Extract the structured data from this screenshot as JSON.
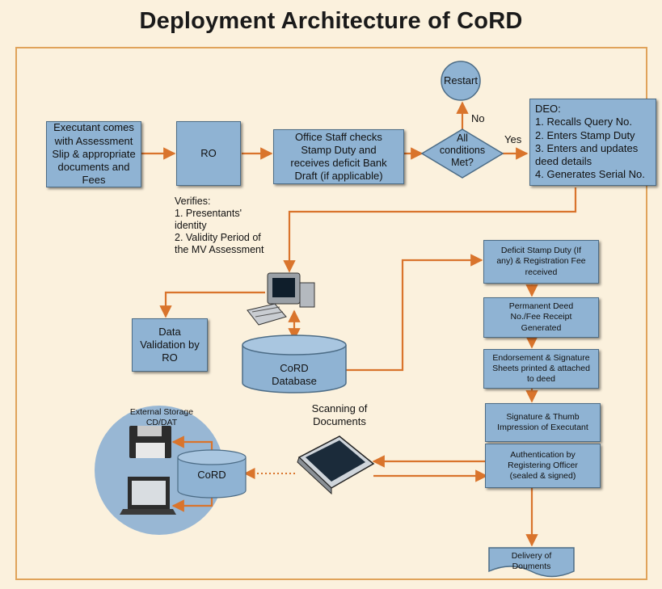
{
  "title": "Deployment Architecture of CoRD",
  "colors": {
    "background": "#fbf1dd",
    "frame": "#e0a35a",
    "box_fill": "#8fb3d3",
    "box_border": "#4c6c86",
    "arrow": "#d9742c",
    "circle_fill": "#98b7d4"
  },
  "nodes": {
    "executant": [
      "Executant comes",
      "with Assessment",
      "Slip & appropriate",
      "documents and",
      "Fees"
    ],
    "ro": "RO",
    "office_staff": [
      "Office Staff checks",
      "Stamp Duty and",
      "receives deficit Bank",
      "Draft (if applicable)"
    ],
    "decision": [
      "All",
      "conditions",
      "Met?"
    ],
    "restart": "Restart",
    "no_label": "No",
    "yes_label": "Yes",
    "deo": [
      "DEO:",
      "1. Recalls Query No.",
      "2. Enters Stamp Duty",
      "3. Enters and updates",
      "deed details",
      "4. Generates Serial No."
    ],
    "verifies": [
      "Verifies:",
      "1. Presentants'",
      "identity",
      "2. Validity Period of",
      "the MV Assessment"
    ],
    "data_validation": [
      "Data",
      "Validation by",
      "RO"
    ],
    "database": [
      "CoRD",
      "Database"
    ],
    "deficit_stamp": [
      "Deficit Stamp Duty (If",
      "any) & Registration Fee",
      "received"
    ],
    "permanent_deed": [
      "Permanent Deed",
      "No./Fee Receipt",
      "Generated"
    ],
    "endorsement": [
      "Endorsement & Signature",
      "Sheets printed & attached",
      "to deed"
    ],
    "signature": [
      "Signature & Thumb",
      "Impression of Executant"
    ],
    "authentication": [
      "Authentication by",
      "Registering Officer",
      "(sealed & signed)"
    ],
    "delivery": [
      "Delivery of",
      "Douments"
    ],
    "scanning": [
      "Scanning of",
      "Documents"
    ],
    "external_storage": [
      "External Storage",
      "CD/DAT"
    ],
    "cord_small": "CoRD"
  },
  "icons": [
    "computer-icon",
    "scanner-icon",
    "floppy-disk-icon",
    "laptop-icon"
  ]
}
